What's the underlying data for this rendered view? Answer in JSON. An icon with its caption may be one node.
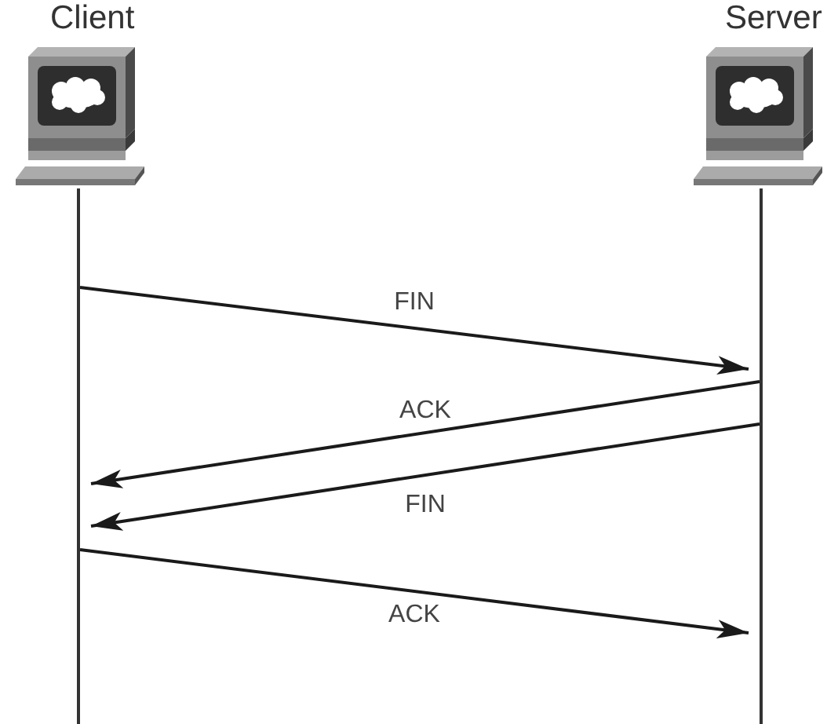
{
  "diagram": {
    "nodes": [
      {
        "text": [
          "Client"
        ]
      },
      {
        "text": [
          "Server"
        ]
      }
    ],
    "edges": [
      {
        "from": 0,
        "to": 1,
        "arrow": "to",
        "label": "FIN"
      },
      {
        "from": 1,
        "to": 0,
        "arrow": "to",
        "label": "ACK"
      },
      {
        "from": 1,
        "to": 0,
        "arrow": "to",
        "label": "FIN"
      },
      {
        "from": 0,
        "to": 1,
        "arrow": "to",
        "label": "ACK"
      }
    ]
  }
}
